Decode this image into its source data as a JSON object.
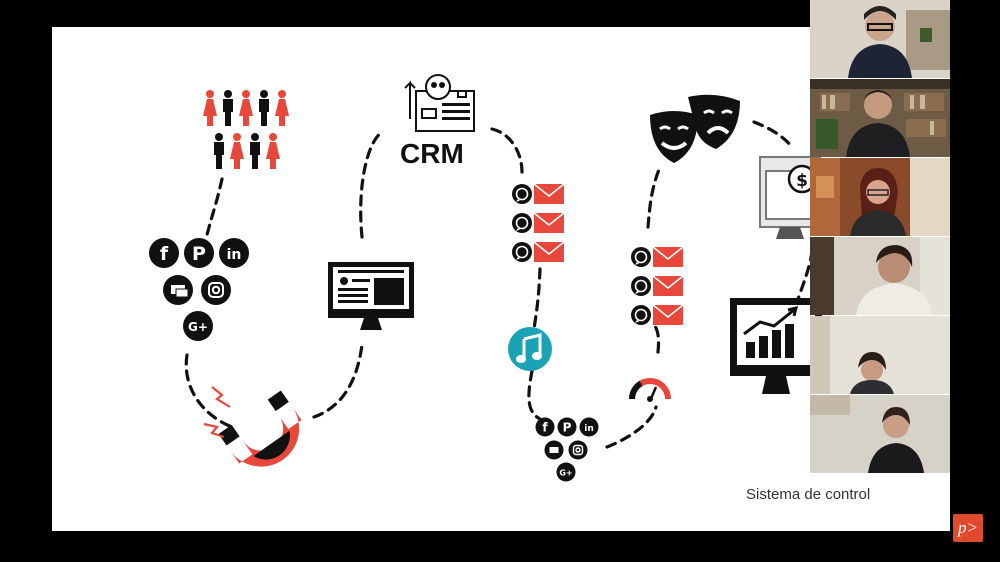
{
  "slide": {
    "crm_label": "CRM",
    "caption": "Sistema de control",
    "icons": {
      "people": "people-crowd-icon",
      "social": [
        "facebook-icon",
        "pinterest-icon",
        "linkedin-icon",
        "chat-icon",
        "instagram-icon",
        "google-plus-icon"
      ],
      "magnet": "magnet-icon",
      "monitor": "website-monitor-icon",
      "crm": "crm-icon",
      "messaging": [
        "whatsapp-icon",
        "email-icon"
      ],
      "music": "music-note-icon",
      "gauge": "speedometer-icon",
      "masks": "theater-masks-icon",
      "payment": "payment-monitor-icon",
      "analytics": "analytics-monitor-icon"
    },
    "colors": {
      "accent": "#e8473b",
      "teal": "#1aa2b5",
      "ink": "#111111"
    }
  },
  "participants": [
    {
      "tile": "participant-1"
    },
    {
      "tile": "participant-2"
    },
    {
      "tile": "participant-3"
    },
    {
      "tile": "participant-4"
    },
    {
      "tile": "participant-5"
    },
    {
      "tile": "participant-6"
    }
  ],
  "app": {
    "logo": "p>"
  }
}
